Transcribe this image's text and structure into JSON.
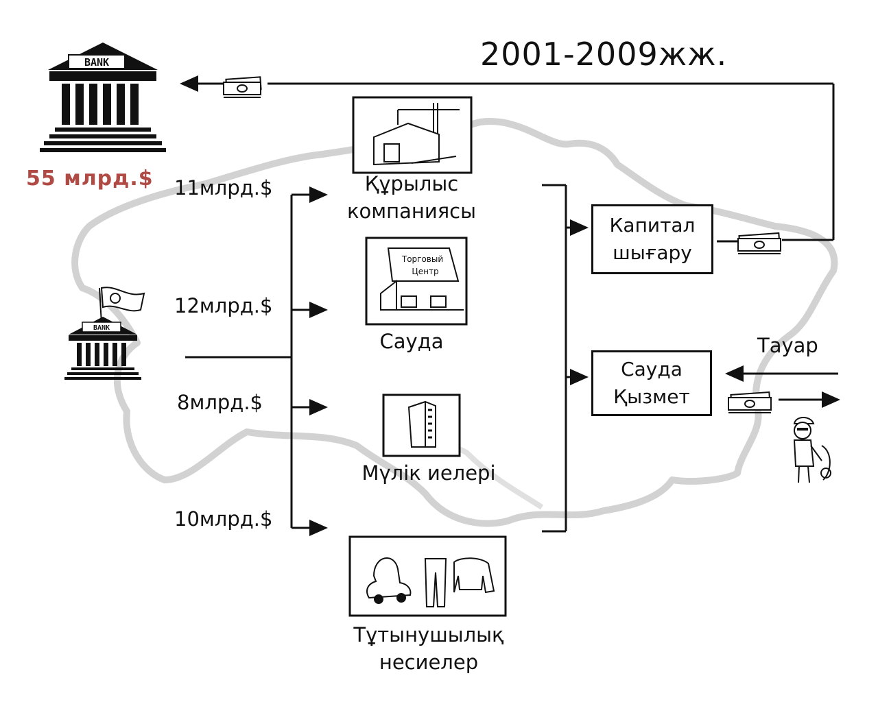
{
  "title": "2001-2009жж.",
  "central_bank": {
    "total": "55  млрд.$",
    "icon": "bank-icon",
    "sign": "BANK"
  },
  "national_bank": {
    "icon": "bank-with-flag-icon",
    "sign": "BANK"
  },
  "flows": [
    {
      "amount": "11млрд.$",
      "target": "Құрылыс компаниясы"
    },
    {
      "amount": "12млрд.$",
      "target": "Сауда"
    },
    {
      "amount": "8млрд.$",
      "target": "Мүлік иелері"
    },
    {
      "amount": "10млрд.$",
      "target": "Тұтынушылық несиелер"
    }
  ],
  "sectors": {
    "construction": {
      "line1": "Құрылыс",
      "line2": "компаниясы",
      "icon": "construction-crane-icon"
    },
    "trade": {
      "label": "Сауда",
      "icon": "shopping-mall-icon",
      "sign_line1": "Торговый",
      "sign_line2": "Центр"
    },
    "property": {
      "label": "Мүлік иелері",
      "icon": "tower-building-icon"
    },
    "consumer": {
      "line1": "Тұтынушылық",
      "line2": "несиелер",
      "icon": "car-and-clothes-icon"
    }
  },
  "outcomes": {
    "capital": {
      "line1": "Капитал",
      "line2": "шығару"
    },
    "trade_service": {
      "line1": "Сауда",
      "line2": "Қызмет"
    }
  },
  "goods_label": "Тауар",
  "money_icon": "money-bundle-icon",
  "foreign_trader_icon": "trader-figure-icon",
  "colors": {
    "accent_total": "#b04a44",
    "map_outline": "#d2d2d2",
    "lines": "#111111"
  }
}
